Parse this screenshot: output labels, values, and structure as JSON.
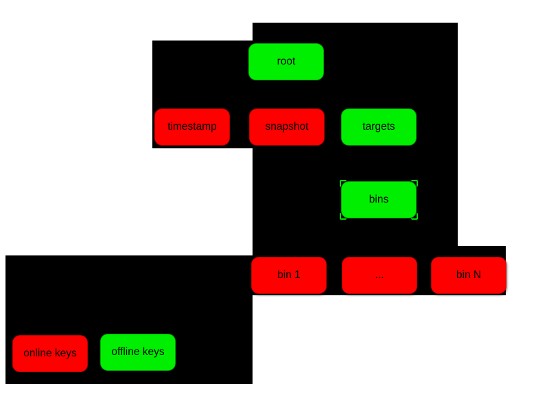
{
  "diagram": {
    "colors": {
      "online_key_node": "#ff0000",
      "offline_key_node": "#00ef00",
      "panel_bg": "#000000",
      "canvas_bg": "#ffffff",
      "label_text": "#000000",
      "selection_marks": "#00e000"
    },
    "nodes": [
      {
        "id": "root",
        "label": "root",
        "color": "#00ef00"
      },
      {
        "id": "timestamp",
        "label": "timestamp",
        "color": "#ff0000"
      },
      {
        "id": "snapshot",
        "label": "snapshot",
        "color": "#ff0000"
      },
      {
        "id": "targets",
        "label": "targets",
        "color": "#00ef00"
      },
      {
        "id": "bins",
        "label": "bins",
        "color": "#00ef00",
        "selected": true
      },
      {
        "id": "bin-1",
        "label": "bin 1",
        "color": "#ff0000"
      },
      {
        "id": "bin-ellipsis",
        "label": "...",
        "color": "#ff0000"
      },
      {
        "id": "bin-n",
        "label": "bin N",
        "color": "#ff0000"
      },
      {
        "id": "online-keys",
        "label": "online keys",
        "color": "#ff0000"
      },
      {
        "id": "offline-keys",
        "label": "offline keys",
        "color": "#00ef00"
      }
    ]
  }
}
